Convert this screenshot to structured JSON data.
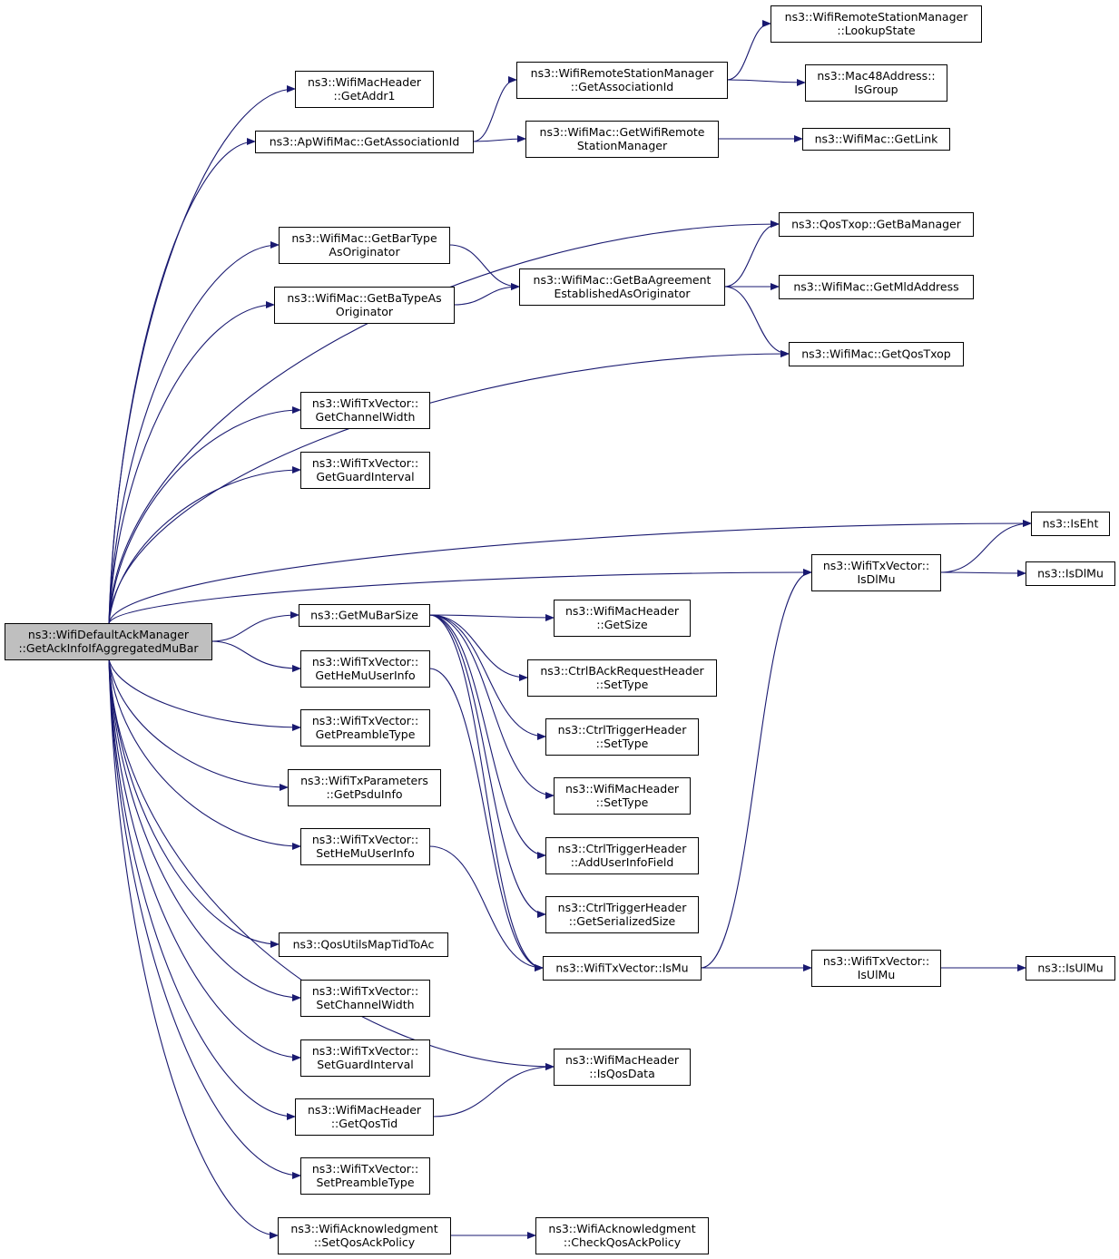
{
  "nodes": [
    {
      "id": "root",
      "lines": [
        "ns3::WifiDefaultAckManager",
        "::GetAckInfoIfAggregatedMuBar"
      ],
      "highlight": true
    },
    {
      "id": "getaddr1",
      "lines": [
        "ns3::WifiMacHeader",
        "::GetAddr1"
      ]
    },
    {
      "id": "apgetassoc",
      "lines": [
        "ns3::ApWifiMac::GetAssociationId"
      ]
    },
    {
      "id": "rsmgetassoc",
      "lines": [
        "ns3::WifiRemoteStationManager",
        "::GetAssociationId"
      ]
    },
    {
      "id": "rsmlookup",
      "lines": [
        "ns3::WifiRemoteStationManager",
        "::LookupState"
      ]
    },
    {
      "id": "mac48isgroup",
      "lines": [
        "ns3::Mac48Address::",
        "IsGroup"
      ]
    },
    {
      "id": "getwifiremote",
      "lines": [
        "ns3::WifiMac::GetWifiRemote",
        "StationManager"
      ]
    },
    {
      "id": "getlink",
      "lines": [
        "ns3::WifiMac::GetLink"
      ]
    },
    {
      "id": "getbamanager",
      "lines": [
        "ns3::QosTxop::GetBaManager"
      ]
    },
    {
      "id": "getbartype",
      "lines": [
        "ns3::WifiMac::GetBarType",
        "AsOriginator"
      ]
    },
    {
      "id": "getbatype",
      "lines": [
        "ns3::WifiMac::GetBaTypeAs",
        "Originator"
      ]
    },
    {
      "id": "getbaagreement",
      "lines": [
        "ns3::WifiMac::GetBaAgreement",
        "EstablishedAsOriginator"
      ]
    },
    {
      "id": "getmldaddress",
      "lines": [
        "ns3::WifiMac::GetMldAddress"
      ]
    },
    {
      "id": "getqostxop",
      "lines": [
        "ns3::WifiMac::GetQosTxop"
      ]
    },
    {
      "id": "getchannelwidth",
      "lines": [
        "ns3::WifiTxVector::",
        "GetChannelWidth"
      ]
    },
    {
      "id": "getguardinterval",
      "lines": [
        "ns3::WifiTxVector::",
        "GetGuardInterval"
      ]
    },
    {
      "id": "iseht",
      "lines": [
        "ns3::IsEht"
      ]
    },
    {
      "id": "isdlmu_v",
      "lines": [
        "ns3::WifiTxVector::",
        "IsDlMu"
      ]
    },
    {
      "id": "isdlmu",
      "lines": [
        "ns3::IsDlMu"
      ]
    },
    {
      "id": "getmubarsize",
      "lines": [
        "ns3::GetMuBarSize"
      ]
    },
    {
      "id": "machdrgetsize",
      "lines": [
        "ns3::WifiMacHeader",
        "::GetSize"
      ]
    },
    {
      "id": "ctrlbarsettype",
      "lines": [
        "ns3::CtrlBAckRequestHeader",
        "::SetType"
      ]
    },
    {
      "id": "gethemuuserinfo",
      "lines": [
        "ns3::WifiTxVector::",
        "GetHeMuUserInfo"
      ]
    },
    {
      "id": "ctrltrigsettype",
      "lines": [
        "ns3::CtrlTriggerHeader",
        "::SetType"
      ]
    },
    {
      "id": "getpreambletype",
      "lines": [
        "ns3::WifiTxVector::",
        "GetPreambleType"
      ]
    },
    {
      "id": "getpsduinfo",
      "lines": [
        "ns3::WifiTxParameters",
        "::GetPsduInfo"
      ]
    },
    {
      "id": "machdrsettype",
      "lines": [
        "ns3::WifiMacHeader",
        "::SetType"
      ]
    },
    {
      "id": "sethemuuserinfo",
      "lines": [
        "ns3::WifiTxVector::",
        "SetHeMuUserInfo"
      ]
    },
    {
      "id": "adduserinfofield",
      "lines": [
        "ns3::CtrlTriggerHeader",
        "::AddUserInfoField"
      ]
    },
    {
      "id": "getserializedsize",
      "lines": [
        "ns3::CtrlTriggerHeader",
        "::GetSerializedSize"
      ]
    },
    {
      "id": "qosutilsmap",
      "lines": [
        "ns3::QosUtilsMapTidToAc"
      ]
    },
    {
      "id": "ismu",
      "lines": [
        "ns3::WifiTxVector::IsMu"
      ]
    },
    {
      "id": "isulmu_v",
      "lines": [
        "ns3::WifiTxVector::",
        "IsUlMu"
      ]
    },
    {
      "id": "isulmu",
      "lines": [
        "ns3::IsUlMu"
      ]
    },
    {
      "id": "setchannelwidth",
      "lines": [
        "ns3::WifiTxVector::",
        "SetChannelWidth"
      ]
    },
    {
      "id": "setguardinterval",
      "lines": [
        "ns3::WifiTxVector::",
        "SetGuardInterval"
      ]
    },
    {
      "id": "isqosdata",
      "lines": [
        "ns3::WifiMacHeader",
        "::IsQosData"
      ]
    },
    {
      "id": "getqostid",
      "lines": [
        "ns3::WifiMacHeader",
        "::GetQosTid"
      ]
    },
    {
      "id": "setpreambletype",
      "lines": [
        "ns3::WifiTxVector::",
        "SetPreambleType"
      ]
    },
    {
      "id": "setqosackpolicy",
      "lines": [
        "ns3::WifiAcknowledgment",
        "::SetQosAckPolicy"
      ]
    },
    {
      "id": "checkqosackpolicy",
      "lines": [
        "ns3::WifiAcknowledgment",
        "::CheckQosAckPolicy"
      ]
    }
  ],
  "edges": [
    [
      "root",
      "getaddr1"
    ],
    [
      "root",
      "apgetassoc"
    ],
    [
      "root",
      "getbamanager"
    ],
    [
      "root",
      "getbartype"
    ],
    [
      "root",
      "getbatype"
    ],
    [
      "root",
      "getqostxop"
    ],
    [
      "root",
      "getchannelwidth"
    ],
    [
      "root",
      "getguardinterval"
    ],
    [
      "root",
      "iseht"
    ],
    [
      "root",
      "isdlmu_v"
    ],
    [
      "root",
      "getmubarsize"
    ],
    [
      "root",
      "gethemuuserinfo"
    ],
    [
      "root",
      "getpreambletype"
    ],
    [
      "root",
      "getpsduinfo"
    ],
    [
      "root",
      "sethemuuserinfo"
    ],
    [
      "root",
      "qosutilsmap"
    ],
    [
      "root",
      "setchannelwidth"
    ],
    [
      "root",
      "setguardinterval"
    ],
    [
      "root",
      "isqosdata"
    ],
    [
      "root",
      "getqostid"
    ],
    [
      "root",
      "setpreambletype"
    ],
    [
      "root",
      "setqosackpolicy"
    ],
    [
      "apgetassoc",
      "rsmgetassoc"
    ],
    [
      "apgetassoc",
      "getwifiremote"
    ],
    [
      "rsmgetassoc",
      "rsmlookup"
    ],
    [
      "rsmgetassoc",
      "mac48isgroup"
    ],
    [
      "getwifiremote",
      "getlink"
    ],
    [
      "getbartype",
      "getbaagreement"
    ],
    [
      "getbatype",
      "getbaagreement"
    ],
    [
      "getbaagreement",
      "getbamanager"
    ],
    [
      "getbaagreement",
      "getmldaddress"
    ],
    [
      "getbaagreement",
      "getqostxop"
    ],
    [
      "isdlmu_v",
      "iseht"
    ],
    [
      "isdlmu_v",
      "isdlmu"
    ],
    [
      "getmubarsize",
      "machdrgetsize"
    ],
    [
      "getmubarsize",
      "ctrlbarsettype"
    ],
    [
      "getmubarsize",
      "ctrltrigsettype"
    ],
    [
      "getmubarsize",
      "machdrsettype"
    ],
    [
      "getmubarsize",
      "adduserinfofield"
    ],
    [
      "getmubarsize",
      "getserializedsize"
    ],
    [
      "getmubarsize",
      "ismu"
    ],
    [
      "gethemuuserinfo",
      "ismu"
    ],
    [
      "sethemuuserinfo",
      "ismu"
    ],
    [
      "ismu",
      "isdlmu_v"
    ],
    [
      "ismu",
      "isulmu_v"
    ],
    [
      "isulmu_v",
      "isulmu"
    ],
    [
      "getqostid",
      "isqosdata"
    ],
    [
      "setqosackpolicy",
      "checkqosackpolicy"
    ]
  ]
}
